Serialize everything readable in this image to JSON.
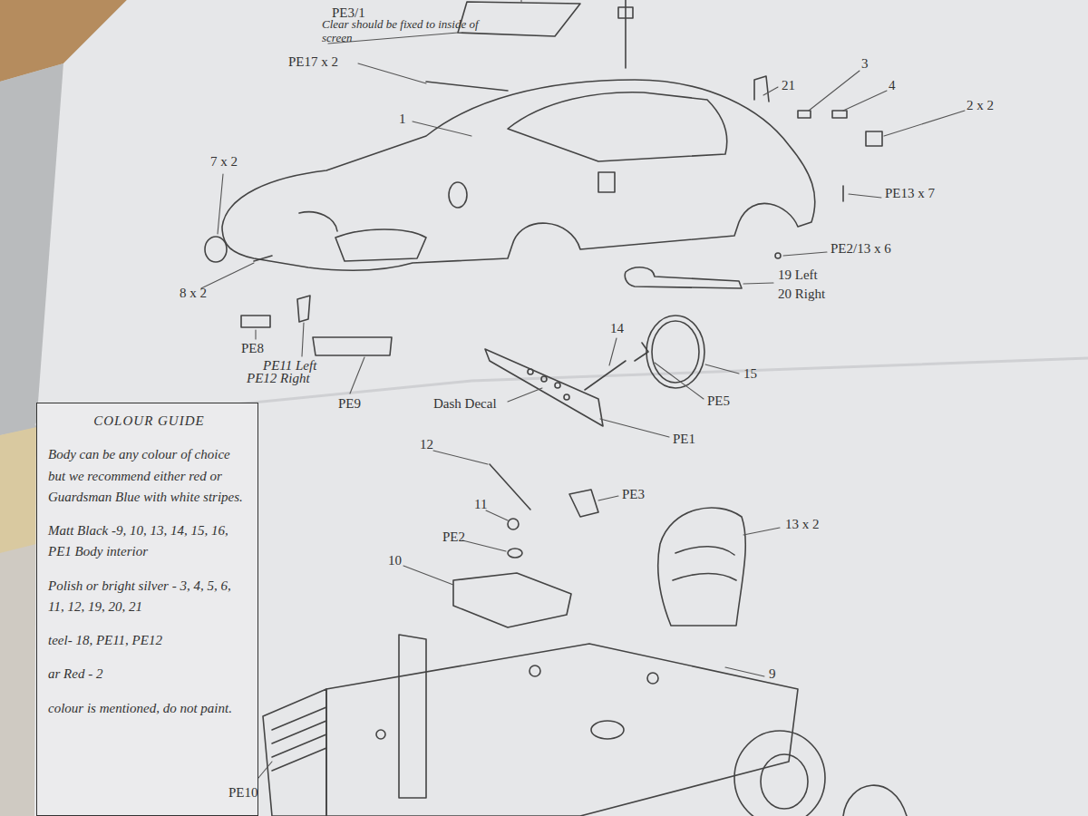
{
  "diagram": {
    "nodes": [
      {
        "text": [
          "COLOUR GUIDE",
          "Body can be any colour of choice but we recommend either red or Guardsman Blue with white stripes.",
          "Matt Black -9, 10, 13, 14, 15, 16, PE1 Body interior",
          "Polish or bright silver - 3, 4, 5, 6, 11, 12, 19, 20, 21",
          "teel- 18, PE11, PE12",
          "ar Red - 2",
          "colour is mentioned, do not paint."
        ]
      }
    ],
    "labels": [
      "PE3/1",
      "Clear should be fixed to inside of screen",
      "PE17 x 2",
      "1",
      "21",
      "3",
      "4",
      "2 x 2",
      "7 x 2",
      "PE13 x 7",
      "8 x 2",
      "PE2/13 x 6",
      "19 Left",
      "20 Right",
      "PE8",
      "PE11 Left",
      "PE12 Right",
      "PE9",
      "14",
      "15",
      "PE5",
      "Dash Decal",
      "PE1",
      "12",
      "PE3",
      "11",
      "PE2",
      "10",
      "13 x 2",
      "9",
      "PE10"
    ]
  }
}
